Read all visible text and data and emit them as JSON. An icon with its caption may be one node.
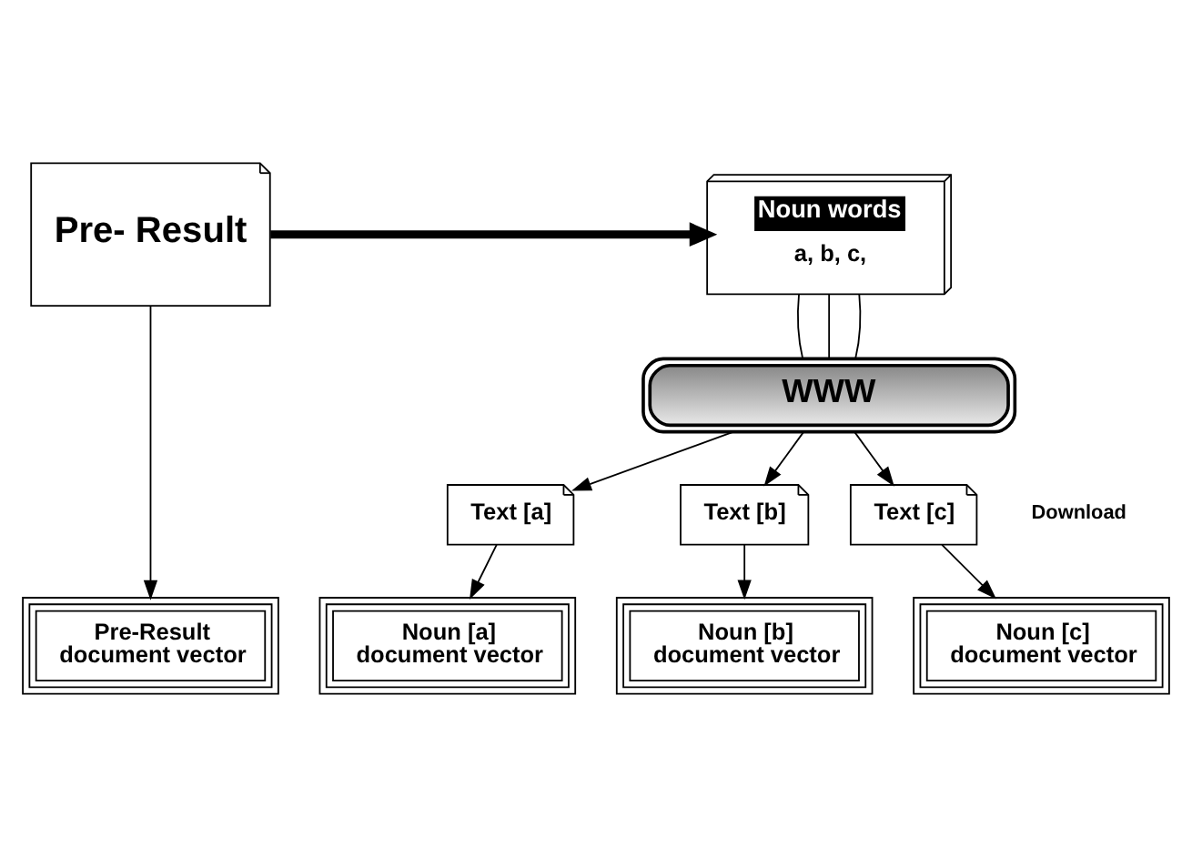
{
  "diagram": {
    "nodes": [
      {
        "text": [
          "Pre- Result"
        ]
      },
      {
        "text": [
          "Noun words",
          "a, b, c,"
        ]
      },
      {
        "text": [
          "WWW"
        ]
      },
      {
        "text": [
          "Text [a]"
        ]
      },
      {
        "text": [
          "Text [b]"
        ]
      },
      {
        "text": [
          "Text [c]"
        ]
      },
      {
        "text": [
          "Pre-Result",
          "document vector"
        ]
      },
      {
        "text": [
          "Noun [a]",
          "document vector"
        ]
      },
      {
        "text": [
          "Noun [b]",
          "document vector"
        ]
      },
      {
        "text": [
          "Noun [c]",
          "document vector"
        ]
      }
    ],
    "edges": [
      {
        "from": 0,
        "to": 1,
        "arrow": "to",
        "style": "thick"
      },
      {
        "from": 1,
        "to": 2,
        "arrow": "none"
      },
      {
        "from": 1,
        "to": 2,
        "arrow": "none"
      },
      {
        "from": 1,
        "to": 2,
        "arrow": "none"
      },
      {
        "from": 2,
        "to": 3,
        "arrow": "to"
      },
      {
        "from": 2,
        "to": 4,
        "arrow": "to"
      },
      {
        "from": 2,
        "to": 5,
        "arrow": "to"
      },
      {
        "from": 0,
        "to": 6,
        "arrow": "to"
      },
      {
        "from": 3,
        "to": 7,
        "arrow": "to"
      },
      {
        "from": 4,
        "to": 8,
        "arrow": "to"
      },
      {
        "from": 5,
        "to": 9,
        "arrow": "to"
      }
    ],
    "labels": [
      "Download"
    ]
  }
}
